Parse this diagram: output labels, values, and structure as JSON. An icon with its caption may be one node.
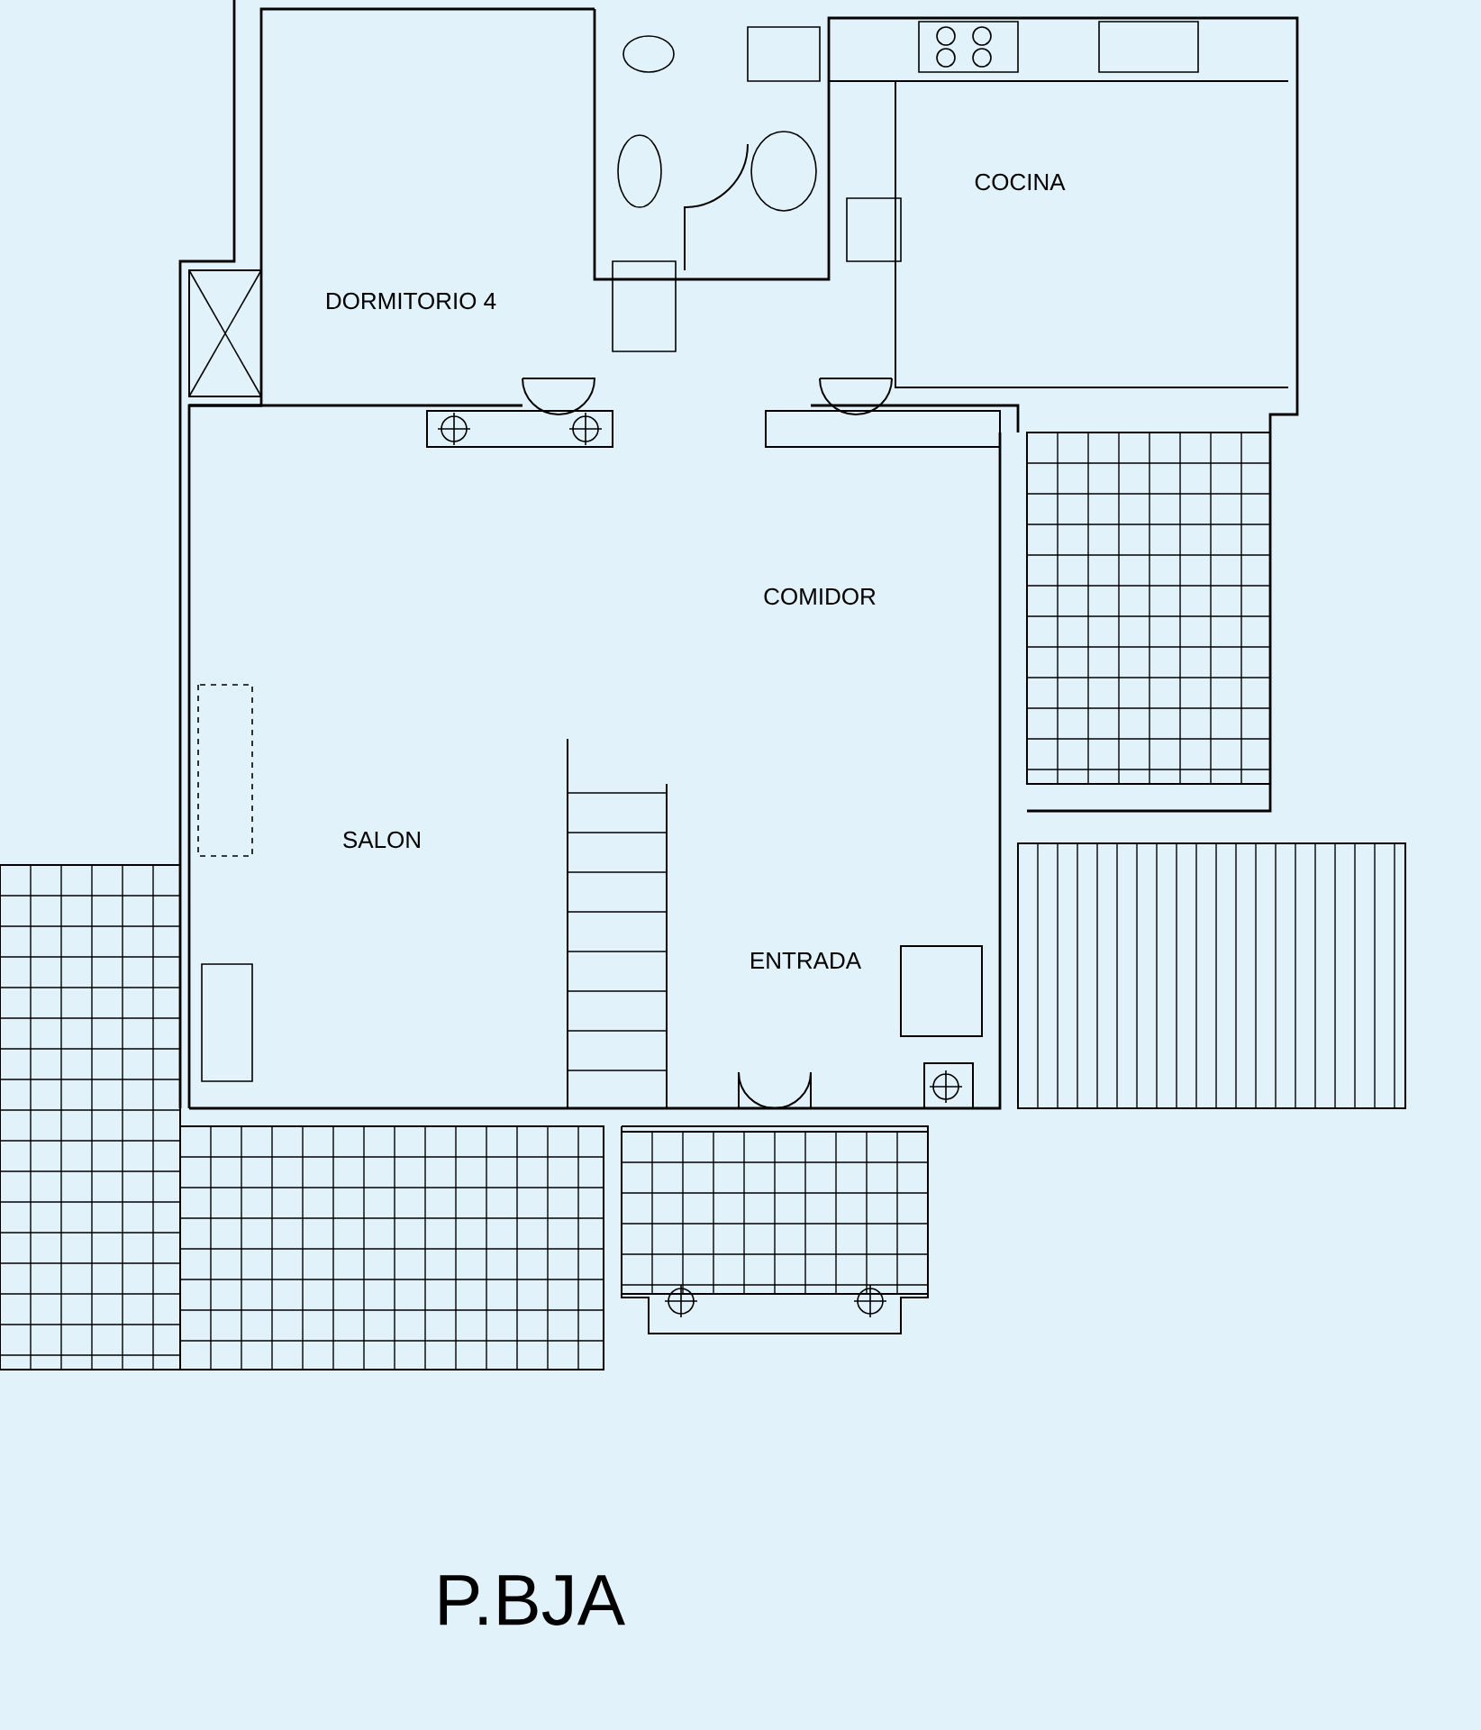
{
  "diagram": {
    "caption": "P.BJA",
    "labels": [
      "DORMITORIO 4",
      "COCINA",
      "COMIDOR",
      "SALON",
      "ENTRADA"
    ]
  }
}
